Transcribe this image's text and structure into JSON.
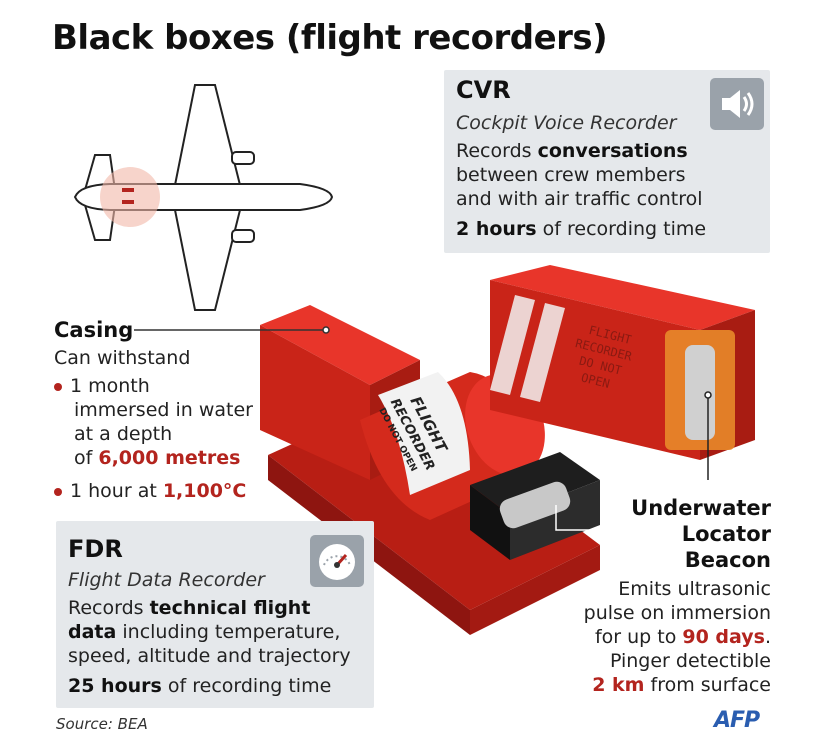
{
  "title": "Black boxes (flight recorders)",
  "cvr": {
    "title": "CVR",
    "subtitle": "Cockpit Voice Recorder",
    "line1_pre": "Records ",
    "line1_bold": "conversations",
    "line2": "between crew members",
    "line3": "and with air traffic control",
    "line4_bold": "2 hours",
    "line4_post": " of recording time",
    "icon": "speaker-icon"
  },
  "casing": {
    "label": "Casing",
    "intro": "Can withstand",
    "item1_line1": "1 month",
    "item1_line2": "immersed in water",
    "item1_line3": "at a depth",
    "item1_line4_pre": "of ",
    "item1_line4_red": "6,000 metres",
    "item2_pre": "1 hour at ",
    "item2_red": "1,100°C"
  },
  "fdr": {
    "title": "FDR",
    "subtitle": "Flight Data Recorder",
    "line1_pre": "Records ",
    "line1_bold": "technical flight",
    "line2_bold": "data",
    "line2_post": " including temperature,",
    "line3": "speed, altitude and trajectory",
    "line4_bold": "25 hours",
    "line4_post": " of recording time",
    "icon": "gauge-icon"
  },
  "beacon": {
    "label_line1": "Underwater",
    "label_line2": "Locator",
    "label_line3": "Beacon",
    "line1": "Emits ultrasonic",
    "line2": "pulse on immersion",
    "line3_pre": "for up to ",
    "line3_red": "90 days",
    "line3_post": ".",
    "line4": "Pinger detectible",
    "line5_red": "2 km",
    "line5_post": " from surface"
  },
  "device_labels": {
    "cylinder_line1": "FLIGHT",
    "cylinder_line2": "RECORDER",
    "cylinder_line3": "DO NOT OPEN",
    "box_line1": "FLIGHT",
    "box_line2": "RECORDER",
    "box_line3": "DO NOT",
    "box_line4": "OPEN"
  },
  "source": "Source: BEA",
  "logo": "AFP",
  "colors": {
    "accent_red": "#b3241e",
    "device_red": "#d42a1c",
    "panel_bg": "#e5e8eb",
    "logo_blue": "#2a5db0"
  }
}
